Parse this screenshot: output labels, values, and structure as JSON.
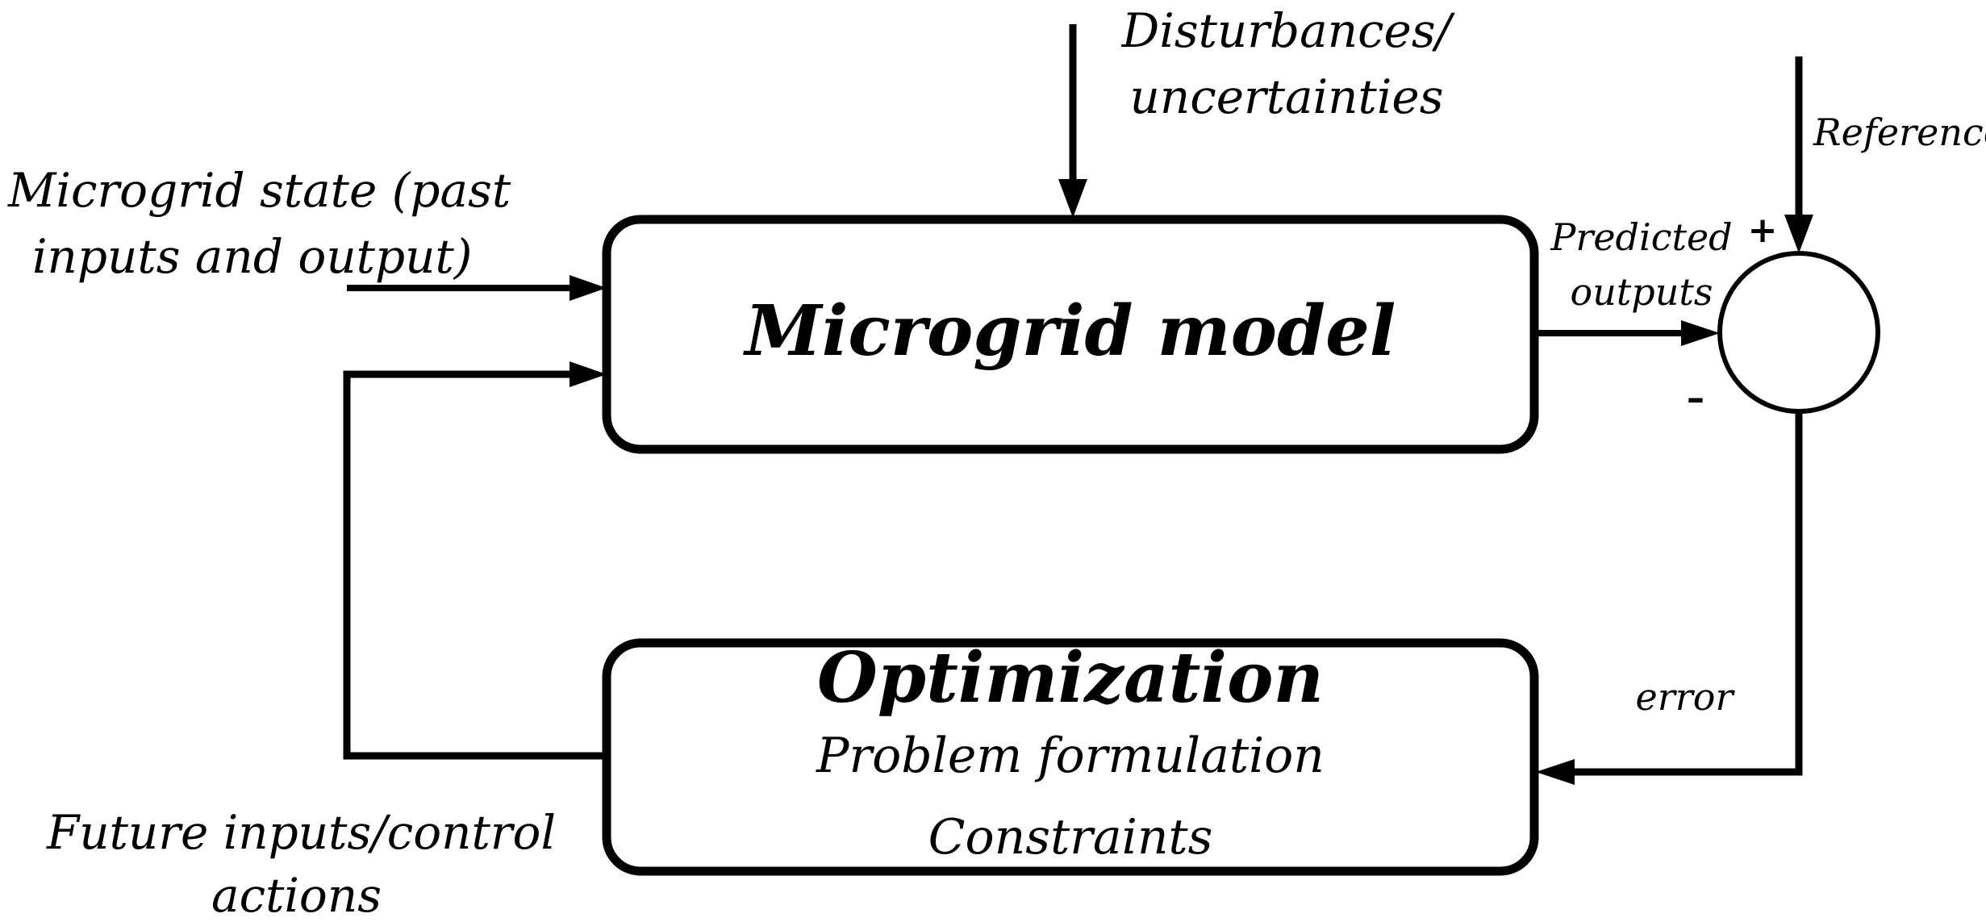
{
  "blocks": {
    "model": {
      "title": "Microgrid model"
    },
    "optimization": {
      "title": "Optimization",
      "line1": "Problem formulation",
      "line2": "Constraints"
    }
  },
  "labels": {
    "disturbances_line1": "Disturbances/",
    "disturbances_line2": "uncertainties",
    "state_line1": "Microgrid state (past",
    "state_line2": "inputs and output)",
    "reference": "Reference",
    "predicted_line1": "Predicted",
    "predicted_line2": "outputs",
    "plus": "+",
    "minus": "–",
    "error": "error",
    "future_line1": "Future inputs/control",
    "future_line2": "actions"
  }
}
